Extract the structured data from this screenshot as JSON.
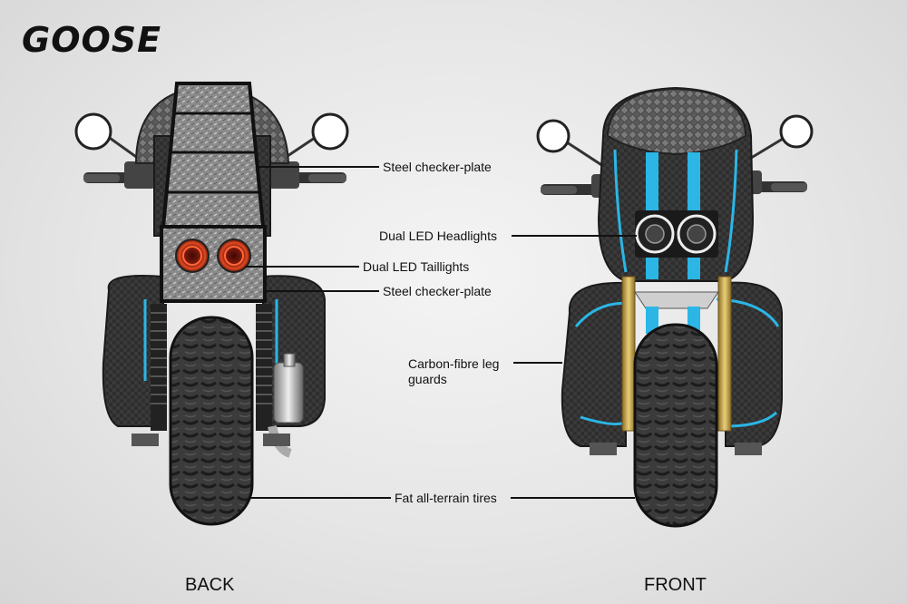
{
  "brand": {
    "logo_text": "GOOSE"
  },
  "views": {
    "back_label": "BACK",
    "front_label": "FRONT"
  },
  "callouts": [
    {
      "id": "back-checker-top",
      "text": "Steel checker-plate"
    },
    {
      "id": "headlights",
      "text": "Dual LED Headlights"
    },
    {
      "id": "taillights",
      "text": "Dual LED Taillights"
    },
    {
      "id": "back-checker-bottom",
      "text": "Steel checker-plate"
    },
    {
      "id": "leg-guards",
      "text": "Carbon-fibre leg guards"
    },
    {
      "id": "tires",
      "text": "Fat all-terrain tires"
    }
  ],
  "colors": {
    "carbon": "#2b2b2b",
    "accent_blue": "#2bb6e6",
    "steel": "#8f8f8f",
    "taillight_red": "#c0301c",
    "fork_gold": "#c9a64a"
  }
}
